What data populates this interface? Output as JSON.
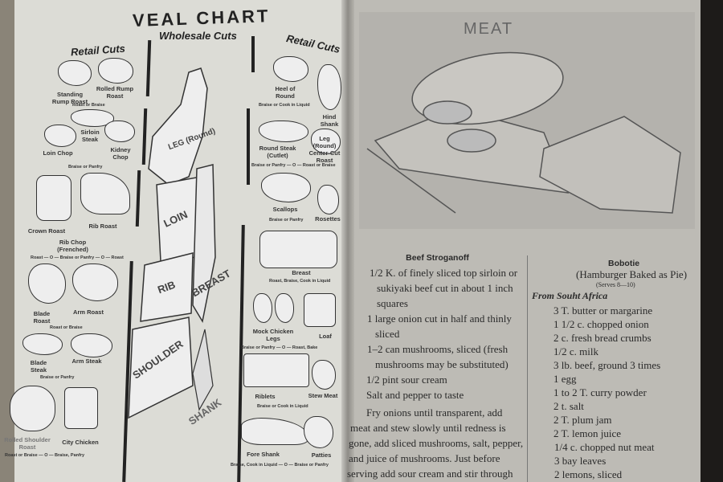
{
  "left_page": {
    "title": "VEAL CHART",
    "headers": {
      "retail_left": "Retail Cuts",
      "wholesale": "Wholesale Cuts",
      "retail_right": "Retail Cuts"
    },
    "wholesale_cuts": [
      "LEG (Round)",
      "LOIN",
      "RIB",
      "BREAST",
      "SHOULDER",
      "SHANK"
    ],
    "left_cuts": [
      "Standing Rump Roast",
      "Rolled Rump Roast",
      "Sirloin Steak",
      "Loin Chop",
      "Kidney Chop",
      "Crown Roast",
      "Rib Roast",
      "Rib Chop (Frenched)",
      "Blade Roast",
      "Arm Roast",
      "Blade Steak",
      "Arm Steak",
      "Rolled Shoulder Roast",
      "City Chicken"
    ],
    "left_methods": [
      "Roast or Braise",
      "Braise or Panfry",
      "Roast — O — Braise or Panfry — O — Roast",
      "Roast or Braise",
      "Braise or Panfry",
      "Roast or Braise — O — Braise, Panfry"
    ],
    "right_cuts": [
      "Heel of Round",
      "Hind Shank",
      "Round Steak (Cutlet)",
      "Leg (Round) Center-Cut Roast",
      "Scallops",
      "Rosettes",
      "Breast",
      "Mock Chicken Legs",
      "Loaf",
      "Riblets",
      "Stew Meat",
      "Fore Shank",
      "Patties"
    ],
    "right_methods": [
      "Braise or Cook in Liquid",
      "Braise or Panfry — O — Roast or Braise",
      "Braise or Panfry",
      "Roast, Braise, Cook in Liquid",
      "Braise or Panfry — O — Roast, Bake",
      "Braise or Cook in Liquid",
      "Braise, Cook in Liquid — O — Braise or Panfry"
    ]
  },
  "right_page": {
    "illustration_label": "MEAT",
    "recipe1": {
      "title": "Beef Stroganoff",
      "lines": [
        "1/2 K. of finely sliced top sirloin or",
        "sukiyaki beef cut in about 1 inch",
        "squares",
        "1 large onion cut in half and thinly",
        "sliced",
        "1–2 can mushrooms, sliced (fresh",
        "mushrooms may be substituted)",
        "1/2 pint sour cream",
        "Salt and pepper to taste",
        "Fry onions until transparent, add",
        "meat and stew slowly until redness is",
        "gone, add sliced mushrooms, salt, pepper,",
        "and juice of mushrooms.  Just before",
        "serving add sour cream and stir through"
      ]
    },
    "recipe2": {
      "title": "Bobotie",
      "subtitle": "(Hamburger Baked as Pie)",
      "serves": "(Serves 8—10)",
      "origin": "From Souht Africa",
      "lines": [
        "3 T. butter or margarine",
        "1 1/2 c. chopped onion",
        "2 c. fresh bread crumbs",
        "1/2 c. milk",
        "3 lb. beef, ground 3 times",
        "1 egg",
        "1 to 2 T. curry powder",
        "2 t. salt",
        "2 T. plum jam",
        "2 T. lemon juice",
        "1/4 c. chopped nut meat",
        "3 bay leaves",
        "2 lemons, sliced"
      ]
    }
  }
}
